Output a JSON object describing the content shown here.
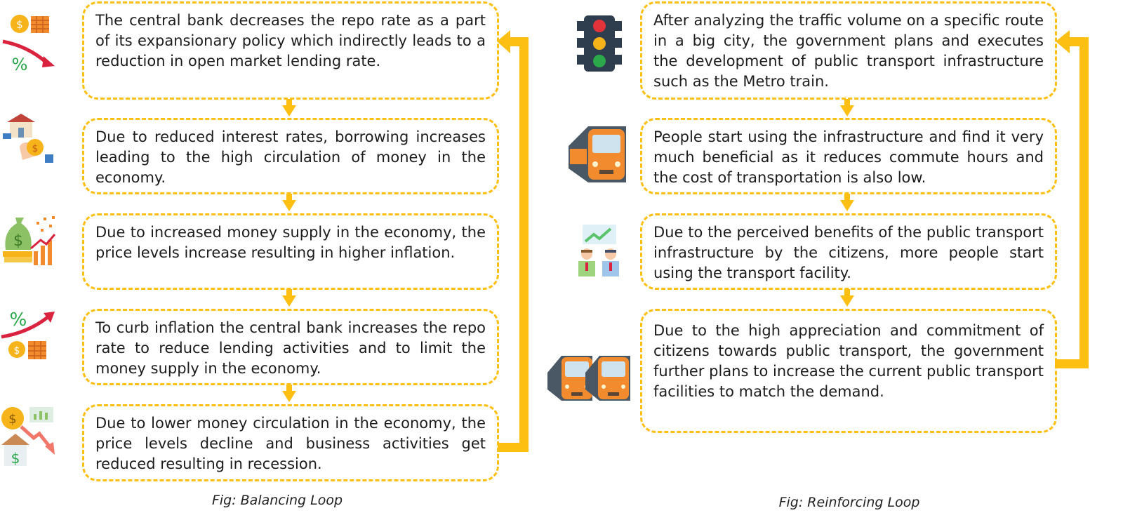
{
  "balancing": {
    "caption": "Fig: Balancing Loop",
    "steps": [
      "The central bank decreases the repo rate as a part of its expansionary policy which indirectly leads to a reduction in open market lending rate.",
      "Due to reduced interest rates, borrowing increases leading to the high circulation of money in the economy.",
      "Due to increased money supply in the economy, the price levels increase resulting in higher inflation.",
      "To curb inflation the central bank increases the repo rate to reduce lending activities and to limit the money supply in the economy.",
      "Due to lower money circulation in the economy, the price levels decline and business activities get reduced resulting in recession."
    ],
    "icons": [
      "rate-cut-icon",
      "house-loan-icon",
      "money-bag-growth-icon",
      "rate-hike-icon",
      "recession-icon"
    ]
  },
  "reinforcing": {
    "caption": "Fig: Reinforcing Loop",
    "steps": [
      "After analyzing the traffic volume on a specific route in a big city, the government plans and executes the development of public transport infrastructure such as the Metro train.",
      "People start using the infrastructure and find it very much beneficial as it reduces commute hours and the cost of transportation is also low.",
      "Due to the perceived benefits of the public transport infrastructure by the citizens, more people start using the transport facility.",
      "Due to the high appreciation and commitment of citizens towards public transport, the government further plans to increase the current public transport facilities to match the demand."
    ],
    "icons": [
      "traffic-light-icon",
      "metro-train-icon",
      "people-growth-icon",
      "two-trains-icon"
    ]
  },
  "colors": {
    "accent": "#fdbf12",
    "red": "#d9233f",
    "green": "#2aa84a",
    "orange": "#f28a2e",
    "gold": "#f6b31a"
  }
}
